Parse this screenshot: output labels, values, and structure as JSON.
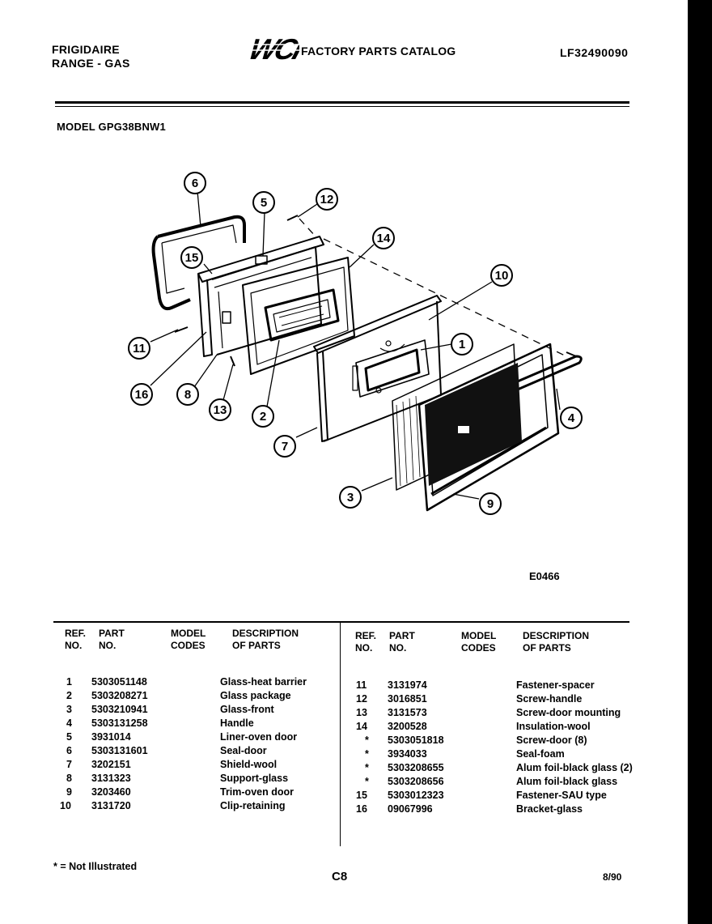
{
  "header": {
    "brand_line1": "FRIGIDAIRE",
    "brand_line2": "RANGE - GAS",
    "logo_text": "WCI",
    "catalog_title": "FACTORY PARTS CATALOG",
    "doc_number": "LF32490090"
  },
  "model_label": "MODEL GPG38BNW1",
  "diagram": {
    "figure_id": "E0466",
    "callouts": [
      "6",
      "5",
      "12",
      "15",
      "14",
      "10",
      "1",
      "11",
      "16",
      "8",
      "13",
      "2",
      "7",
      "3",
      "4",
      "9"
    ]
  },
  "table": {
    "headers": {
      "ref": [
        "REF.",
        "NO."
      ],
      "part": [
        "PART",
        "NO."
      ],
      "model": [
        "MODEL",
        "CODES"
      ],
      "desc": [
        "DESCRIPTION",
        "OF PARTS"
      ]
    },
    "left_rows": [
      {
        "ref": "1",
        "part": "5303051148",
        "desc": "Glass-heat barrier"
      },
      {
        "ref": "2",
        "part": "5303208271",
        "desc": "Glass package"
      },
      {
        "ref": "3",
        "part": "5303210941",
        "desc": "Glass-front"
      },
      {
        "ref": "4",
        "part": "5303131258",
        "desc": "Handle"
      },
      {
        "ref": "5",
        "part": "3931014",
        "desc": "Liner-oven door"
      },
      {
        "ref": "6",
        "part": "5303131601",
        "desc": "Seal-door"
      },
      {
        "ref": "7",
        "part": "3202151",
        "desc": "Shield-wool"
      },
      {
        "ref": "8",
        "part": "3131323",
        "desc": "Support-glass"
      },
      {
        "ref": "9",
        "part": "3203460",
        "desc": "Trim-oven door"
      },
      {
        "ref": "10",
        "part": "3131720",
        "desc": "Clip-retaining"
      }
    ],
    "right_rows": [
      {
        "ref": "11",
        "part": "3131974",
        "desc": "Fastener-spacer"
      },
      {
        "ref": "12",
        "part": "3016851",
        "desc": "Screw-handle"
      },
      {
        "ref": "13",
        "part": "3131573",
        "desc": "Screw-door mounting"
      },
      {
        "ref": "14",
        "part": "3200528",
        "desc": "Insulation-wool"
      },
      {
        "ref": "*",
        "part": "5303051818",
        "desc": "Screw-door (8)"
      },
      {
        "ref": "*",
        "part": "3934033",
        "desc": "Seal-foam"
      },
      {
        "ref": "*",
        "part": "5303208655",
        "desc": "Alum foil-black glass (2)"
      },
      {
        "ref": "*",
        "part": "5303208656",
        "desc": "Alum foil-black glass"
      },
      {
        "ref": "15",
        "part": "5303012323",
        "desc": "Fastener-SAU type"
      },
      {
        "ref": "16",
        "part": "09067996",
        "desc": "Bracket-glass"
      }
    ]
  },
  "footer": {
    "note": "* = Not Illustrated",
    "page": "C8",
    "date": "8/90"
  }
}
